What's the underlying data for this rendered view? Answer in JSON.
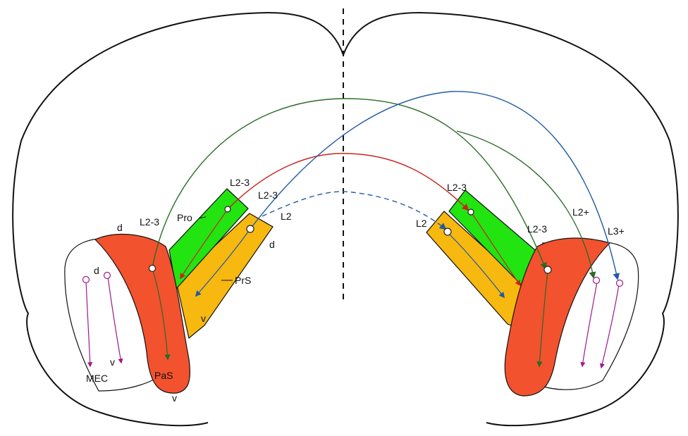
{
  "labels": {
    "d_pas_left": "d",
    "l23_pas_left": "L2-3",
    "l23_pro_left": "L2-3",
    "l23_prs_left": "L2-3",
    "l2_prs_left": "L2",
    "pro_left": "Pro",
    "d_prs_left": "d",
    "prs_left": "PrS",
    "v_prs_left": "v",
    "d_mec_left": "d",
    "v_mec_left": "v",
    "mec_left": "MEC",
    "pas_left": "PaS",
    "v_pas_left": "v",
    "l23_pro_right": "L2-3",
    "l2_prs_right": "L2",
    "l23_pas_right": "L2-3",
    "l2plus_right": "L2+",
    "l3plus_right": "L3+"
  },
  "colors": {
    "outline": "#111111",
    "pas": "#f2522e",
    "pro": "#22e411",
    "prs": "#f7b80f",
    "green_path": "#2a6b26",
    "red_path": "#c8231c",
    "blue_path": "#1f5aa6",
    "mec_path": "#9c1a8c"
  }
}
